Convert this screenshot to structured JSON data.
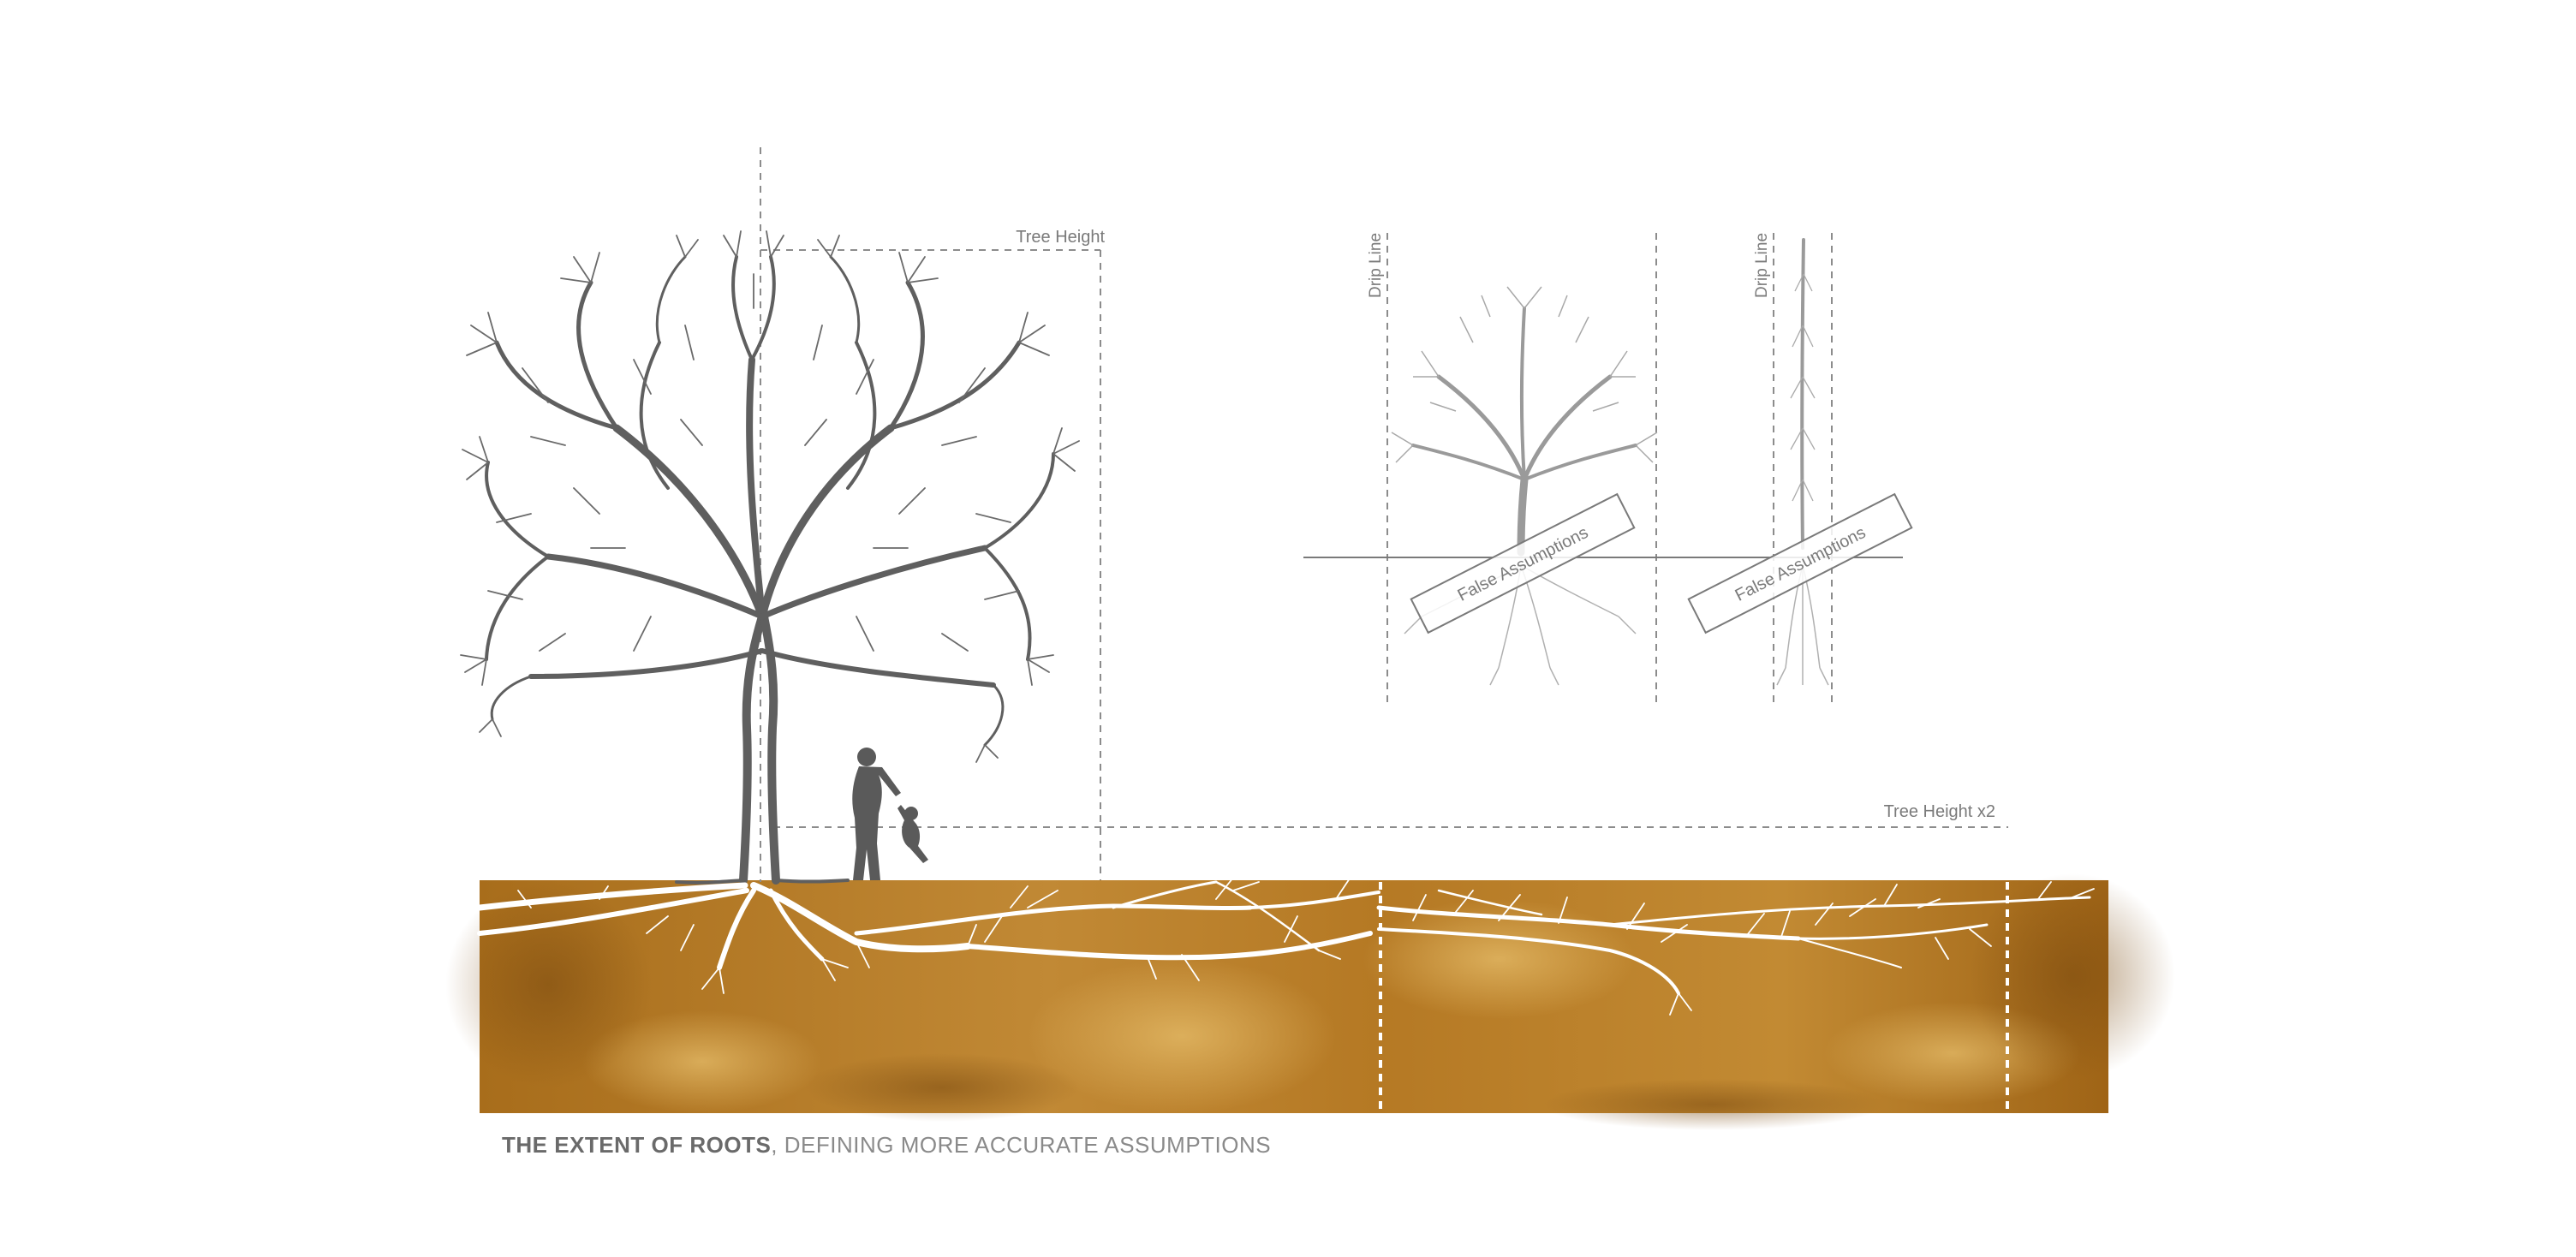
{
  "labels": {
    "tree_height": "Tree Height",
    "tree_height_x2": "Tree Height x2",
    "drip_line_1": "Drip Line",
    "drip_line_2": "Drip Line",
    "false_assumptions_1": "False Assumptions",
    "false_assumptions_2": "False Assumptions"
  },
  "caption": {
    "bold": "THE EXTENT OF ROOTS",
    "rest": ", DEFINING MORE ACCURATE ASSUMPTIONS"
  },
  "colors": {
    "soil_light": "#d6a34a",
    "soil_mid": "#b97a1f",
    "soil_dark": "#8a5412",
    "tree_dark": "#5f5f5f",
    "tree_light": "#9a9a9a",
    "dashed_line": "#8c8c8c",
    "root_white": "#ffffff"
  }
}
